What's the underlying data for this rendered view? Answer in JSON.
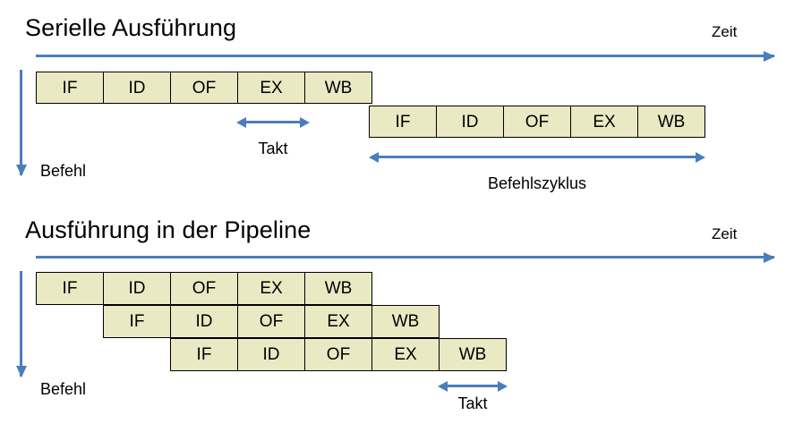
{
  "diagrams": [
    {
      "id": "serial",
      "title": "Serielle Ausführung",
      "time_axis_label": "Zeit",
      "instruction_axis_label": "Befehl",
      "rows": [
        {
          "cells": [
            "IF",
            "ID",
            "OF",
            "EX",
            "WB"
          ]
        },
        {
          "cells": [
            "IF",
            "ID",
            "OF",
            "EX",
            "WB"
          ]
        }
      ],
      "annotations": [
        {
          "name": "takt",
          "label": "Takt"
        },
        {
          "name": "befehlszyklus",
          "label": "Befehlszyklus"
        }
      ]
    },
    {
      "id": "pipeline",
      "title": "Ausführung in der Pipeline",
      "time_axis_label": "Zeit",
      "instruction_axis_label": "Befehl",
      "rows": [
        {
          "cells": [
            "IF",
            "ID",
            "OF",
            "EX",
            "WB"
          ]
        },
        {
          "cells": [
            "IF",
            "ID",
            "OF",
            "EX",
            "WB"
          ]
        },
        {
          "cells": [
            "IF",
            "ID",
            "OF",
            "EX",
            "WB"
          ]
        }
      ],
      "annotations": [
        {
          "name": "takt",
          "label": "Takt"
        }
      ]
    }
  ],
  "colors": {
    "cell_fill": "#e9e9c4",
    "cell_border": "#000000",
    "arrow_blue": "#4a7ebb",
    "text": "#000000",
    "background": "#ffffff"
  }
}
